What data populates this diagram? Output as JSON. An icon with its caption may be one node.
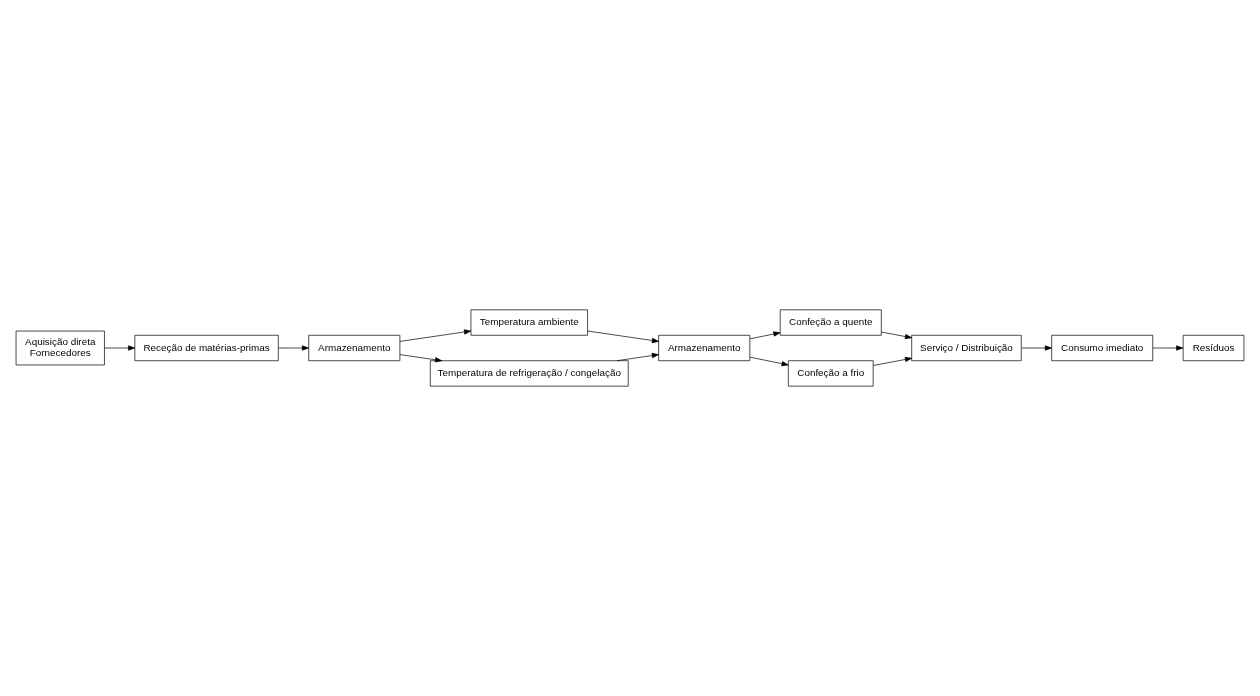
{
  "diagram": {
    "nodes": [
      {
        "text": [
          "Aquisição direta",
          "Fornecedores"
        ]
      },
      {
        "text": [
          "Receção de matérias-primas"
        ]
      },
      {
        "text": [
          "Armazenamento"
        ]
      },
      {
        "text": [
          "Temperatura ambiente"
        ]
      },
      {
        "text": [
          "Temperatura de refrigeração / congelação"
        ]
      },
      {
        "text": [
          "Confeção a quente"
        ]
      },
      {
        "text": [
          "Consumo imediato"
        ]
      },
      {
        "text": [
          "Serviço / Distribuição"
        ]
      },
      {
        "text": [
          "Armazenamento"
        ]
      },
      {
        "text": [
          "Confeção a frio"
        ]
      },
      {
        "text": [
          "Resíduos"
        ]
      }
    ],
    "edges": [
      {
        "from": 0,
        "to": 1,
        "arrow": "to"
      },
      {
        "from": 1,
        "to": 2,
        "arrow": "to"
      },
      {
        "from": 2,
        "to": 3,
        "arrow": "to"
      },
      {
        "from": 2,
        "to": 4,
        "arrow": "to"
      },
      {
        "from": 3,
        "to": 8,
        "arrow": "to"
      },
      {
        "from": 4,
        "to": 8,
        "arrow": "to"
      },
      {
        "from": 8,
        "to": 5,
        "arrow": "to"
      },
      {
        "from": 8,
        "to": 9,
        "arrow": "to"
      },
      {
        "from": 5,
        "to": 7,
        "arrow": "to"
      },
      {
        "from": 9,
        "to": 7,
        "arrow": "to"
      },
      {
        "from": 7,
        "to": 6,
        "arrow": "to"
      },
      {
        "from": 6,
        "to": 10,
        "arrow": "to"
      }
    ]
  }
}
